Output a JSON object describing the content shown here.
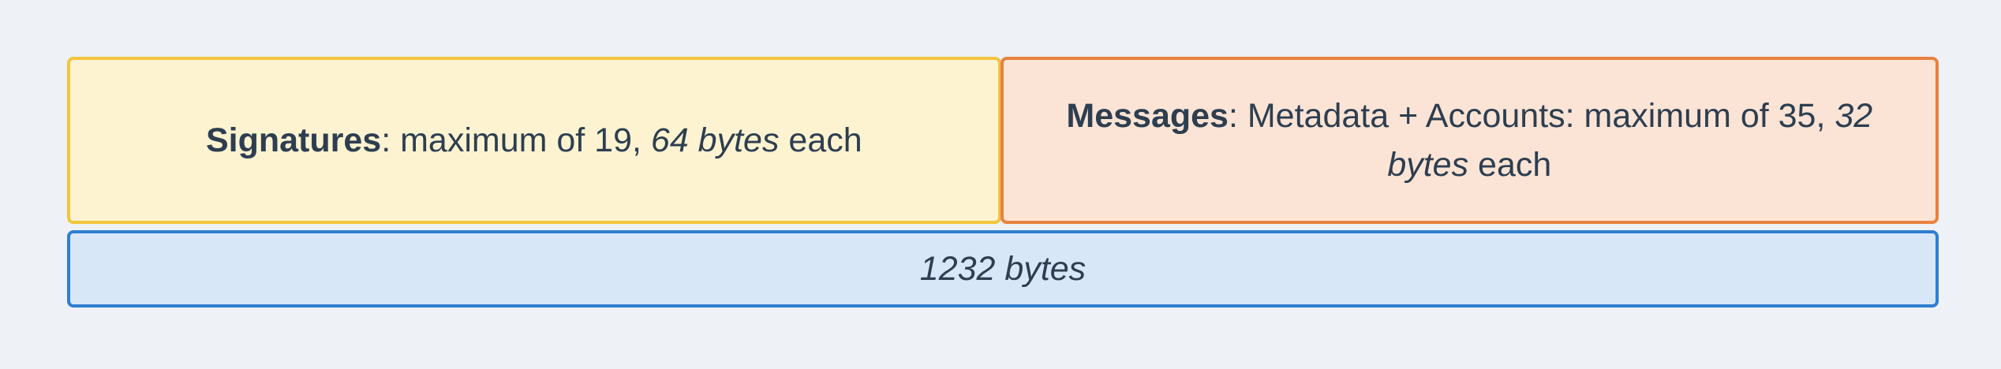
{
  "diagram": {
    "signatures": {
      "title": "Signatures",
      "separator": ": maximum of 19, ",
      "emphasis": "64 bytes",
      "suffix": " each"
    },
    "messages": {
      "title": "Messages",
      "separator": ": Metadata + Accounts: maximum of 35, ",
      "emphasis": "32 bytes",
      "suffix": " each"
    },
    "total": {
      "label": "1232 bytes"
    },
    "colors": {
      "background": "#eef1f5",
      "text": "#2d3e50",
      "signatures_fill": "#fdf3d1",
      "signatures_border": "#f2c53d",
      "messages_fill": "#fbe4d5",
      "messages_border": "#e8823f",
      "total_fill": "#d7e7f8",
      "total_border": "#2e7fd1"
    }
  }
}
